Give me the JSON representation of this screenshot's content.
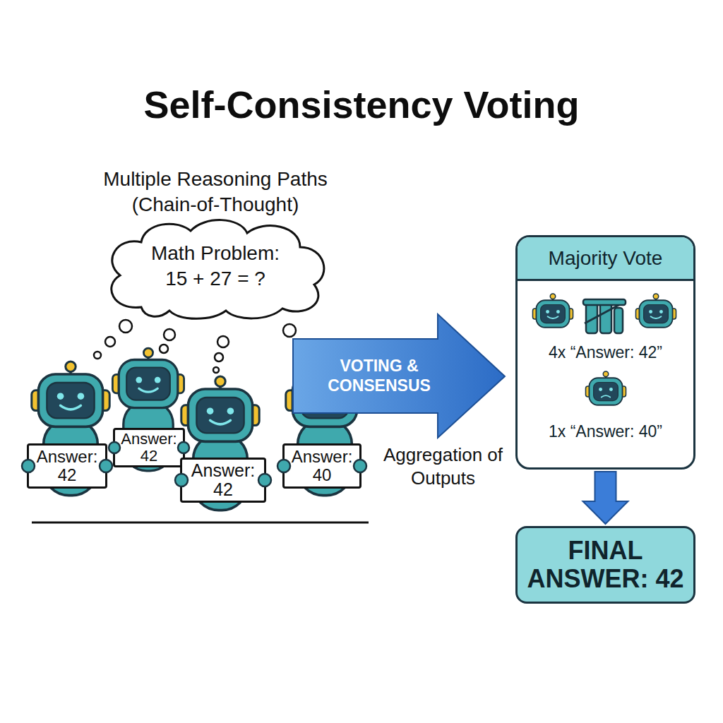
{
  "diagram": {
    "title": "Self-Consistency Voting",
    "nodes": [
      {
        "text": [
          "Math Problem: 15 + 27 = ?"
        ]
      },
      {
        "text": [
          "Answer: 42"
        ]
      },
      {
        "text": [
          "Answer: 42"
        ]
      },
      {
        "text": [
          "Answer: 42"
        ]
      },
      {
        "text": [
          "Answer: 40"
        ]
      },
      {
        "text": [
          "VOTING & CONSENSUS"
        ]
      },
      {
        "text": [
          "Majority Vote",
          "4x “Answer: 42”",
          "1x “Answer: 40”"
        ]
      },
      {
        "text": [
          "FINAL ANSWER: 42"
        ]
      }
    ],
    "edges": [
      {
        "from": 6,
        "to": 7,
        "arrow": "to"
      }
    ],
    "labels": [
      "Multiple Reasoning Paths (Chain-of-Thought)",
      "Aggregation of Outputs"
    ]
  }
}
